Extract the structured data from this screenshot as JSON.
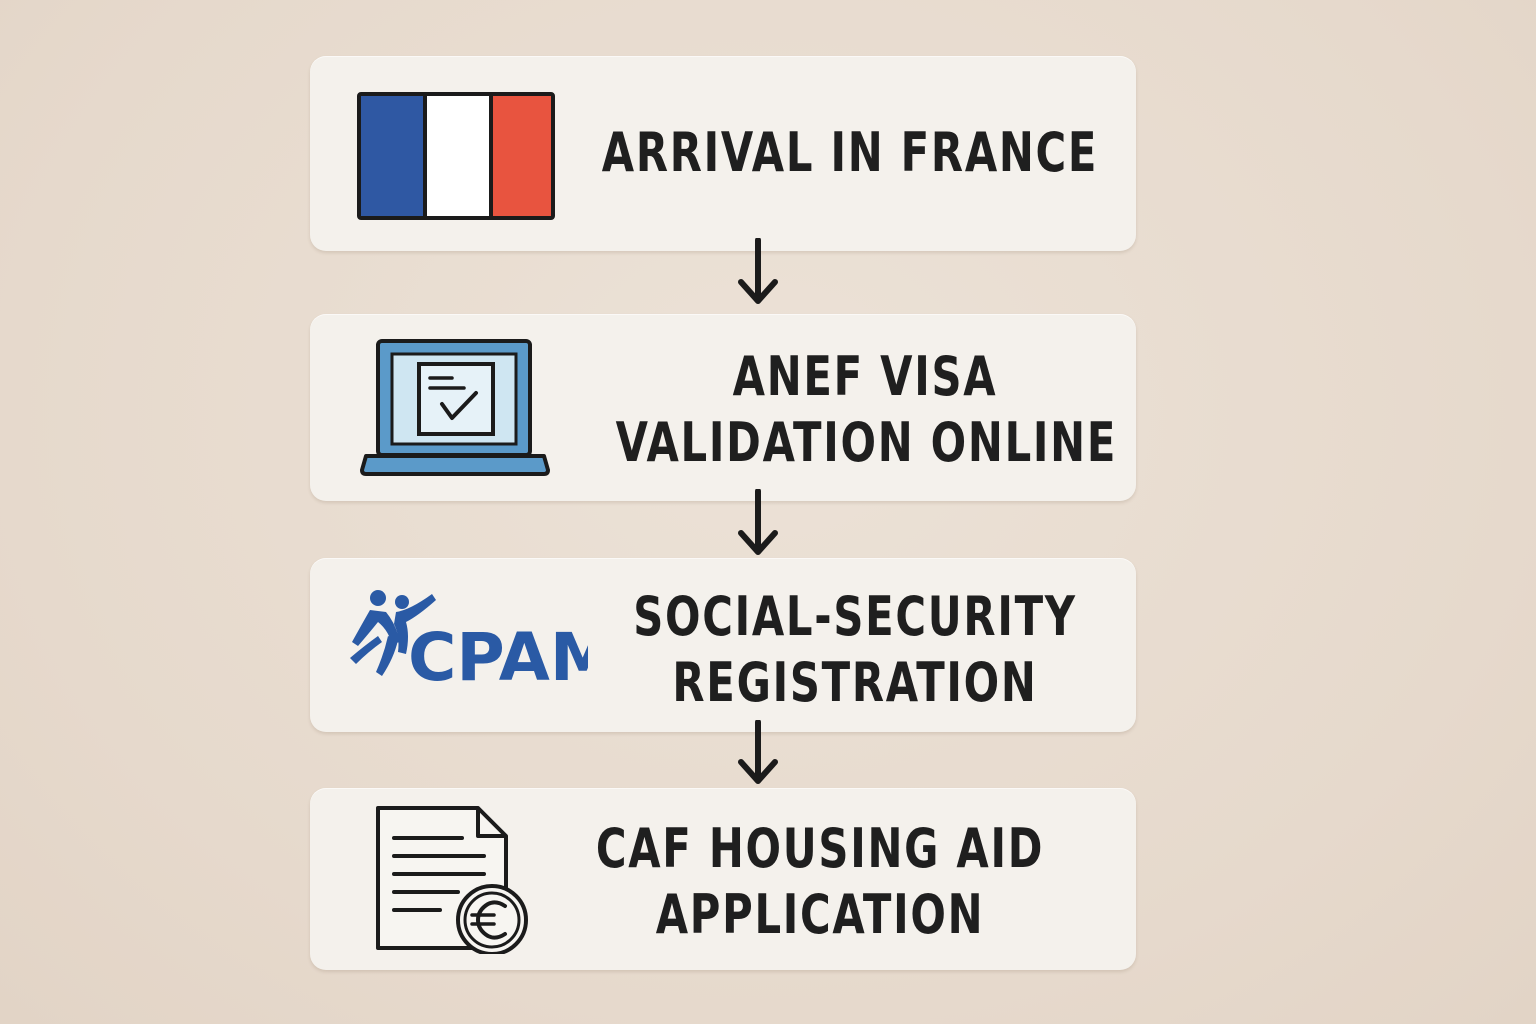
{
  "colors": {
    "background": "#e8dcd0",
    "card": "#f4f1ec",
    "text": "#1f1f1f",
    "flag_blue": "#2f58a3",
    "flag_white": "#ffffff",
    "flag_red": "#e8543f",
    "screen_blue": "#cfe6f2",
    "laptop_blue": "#5b9ac9",
    "cpam_blue": "#2a5aa5"
  },
  "steps": [
    {
      "icon": "french-flag-icon",
      "lines": [
        "ARRIVAL IN FRANCE"
      ]
    },
    {
      "icon": "laptop-checkmark-icon",
      "lines": [
        "ANEF VISA",
        "VALIDATION ONLINE"
      ]
    },
    {
      "icon": "cpam-logo",
      "logo_text": "CPAM",
      "lines": [
        "SOCIAL-SECURITY",
        "REGISTRATION"
      ]
    },
    {
      "icon": "document-euro-icon",
      "lines": [
        "CAF HOUSING AID",
        "APPLICATION"
      ]
    }
  ],
  "connectors": [
    "down-arrow-icon",
    "down-arrow-icon",
    "down-arrow-icon"
  ]
}
